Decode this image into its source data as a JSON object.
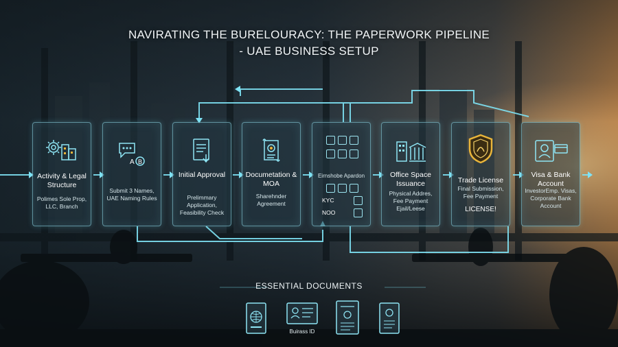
{
  "title": {
    "line1": "NAVIRATING THE BURELOURACY: THE PAPERWORK PIPELINE",
    "line2": "- UAE BUSINESS SETUP"
  },
  "steps": [
    {
      "title": "Activity & Legal Structure",
      "sub": "Polimes Sole Prop, LLC, Branch",
      "icon": "gear-buildings-icon"
    },
    {
      "title": "",
      "sub": "Submit 3 Names, UAE Naming Rules",
      "icon": "name-chat-icon",
      "icon_letters": [
        "A",
        "B"
      ]
    },
    {
      "title": "Initial Approval",
      "sub": "Prelimmary Application, Feasibility Check",
      "icon": "approval-document-icon"
    },
    {
      "title": "Documetation & MOA",
      "sub": "Sharehnder Agreement",
      "icon": "scroll-document-icon"
    },
    {
      "title": "",
      "sub": "Eirnshobe Apardon",
      "icon": "document-grid-icon",
      "labels": [
        "KYC",
        "NOO"
      ]
    },
    {
      "title": "Office Space Issuance",
      "sub": "Physical Addres, Fee Payment Ejail/Leese",
      "icon": "office-building-icon"
    },
    {
      "title": "Trade License",
      "sub": "Final Submission, Fee Payment",
      "extra": "LICENSE!",
      "icon": "gold-shield-icon"
    },
    {
      "title": "Visa & Bank Account",
      "sub": "InvestorEmp. Visas, Corporate Bank Account",
      "icon": "id-card-icon"
    }
  ],
  "essential": {
    "title": "ESSENTIAL DOCUMENTS",
    "docs": [
      {
        "label": "",
        "icon": "passport-icon"
      },
      {
        "label": "Buirass ID",
        "icon": "business-id-icon"
      },
      {
        "label": "",
        "icon": "license-document-icon"
      },
      {
        "label": "",
        "icon": "certificate-document-icon"
      }
    ]
  },
  "colors": {
    "accent": "#7fe3f5",
    "gold": "#e8b43a",
    "background": "#16222a"
  }
}
